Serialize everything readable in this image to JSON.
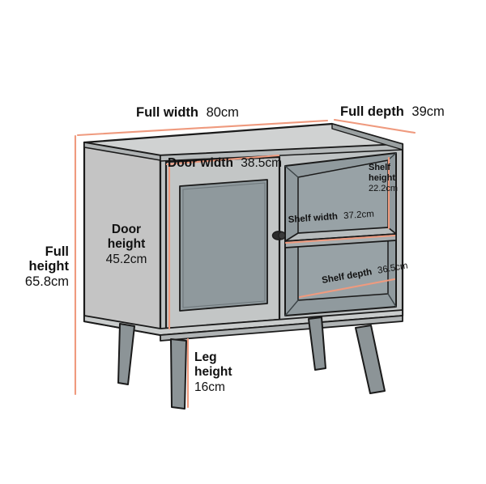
{
  "diagram": {
    "title": "Sideboard cabinet dimension diagram",
    "subject": "one-door sideboard cabinet with open shelf compartment and four tapered legs",
    "units": "cm",
    "background_color": "#ffffff",
    "colors": {
      "dimension_line": "#ef9a7e",
      "outline": "#1a1a1a",
      "side_panel": "#c4c4c4",
      "top_surface": "#cfd1d1",
      "door_frame": "#c0c3c3",
      "door_panel": "#8f999d",
      "interior": "#909a9e",
      "interior_shadow": "#848e93",
      "shelf_face": "#b9bdbe",
      "leg": "#8c9497",
      "handle": "#2b2b2b",
      "text": "#111111"
    },
    "measurements": [
      {
        "id": "full-width",
        "name_lines": [
          "Full width"
        ],
        "name": "Full width",
        "value": "80cm",
        "label_weight": "bold-name-regular-value",
        "position": "top-left-above-cabinet"
      },
      {
        "id": "full-depth",
        "name_lines": [
          "Full depth"
        ],
        "name": "Full depth",
        "value": "39cm",
        "label_weight": "bold-name-regular-value",
        "position": "top-right-above-cabinet"
      },
      {
        "id": "full-height",
        "name_lines": [
          "Full",
          "height"
        ],
        "name": "Full height",
        "value": "65.8cm",
        "label_weight": "bold-name-regular-value",
        "position": "far-left-vertical"
      },
      {
        "id": "door-width",
        "name_lines": [
          "Door width"
        ],
        "name": "Door width",
        "value": "38.5cm",
        "label_weight": "bold-name-regular-value",
        "position": "across-top-of-door"
      },
      {
        "id": "door-height",
        "name_lines": [
          "Door",
          "height"
        ],
        "name": "Door height",
        "value": "45.2cm",
        "label_weight": "bold-name-regular-value",
        "position": "left-of-door-center"
      },
      {
        "id": "shelf-height",
        "name_lines": [
          "Shelf",
          "height"
        ],
        "name": "Shelf height",
        "value": "22.2cm",
        "label_weight": "bold-name-regular-value",
        "position": "upper-right-compartment"
      },
      {
        "id": "shelf-width",
        "name_lines": [
          "Shelf width"
        ],
        "name": "Shelf width",
        "value": "37.2cm",
        "label_weight": "bold-name-regular-value",
        "position": "along-shelf-front-edge"
      },
      {
        "id": "shelf-depth",
        "name_lines": [
          "Shelf depth"
        ],
        "name": "Shelf depth",
        "value": "36.5cm",
        "label_weight": "bold-name-regular-value",
        "position": "lower-compartment-floor"
      },
      {
        "id": "leg-height",
        "name_lines": [
          "Leg",
          "height"
        ],
        "name": "Leg height",
        "value": "16cm",
        "label_weight": "bold-name-regular-value",
        "position": "below-cabinet-between-front-legs"
      }
    ],
    "parts": [
      "top",
      "left-side-panel",
      "door",
      "door-inset-panel",
      "door-handle",
      "open-compartment",
      "shelf",
      "back-panel",
      "plinth",
      "legs"
    ],
    "leg_count": 4
  }
}
